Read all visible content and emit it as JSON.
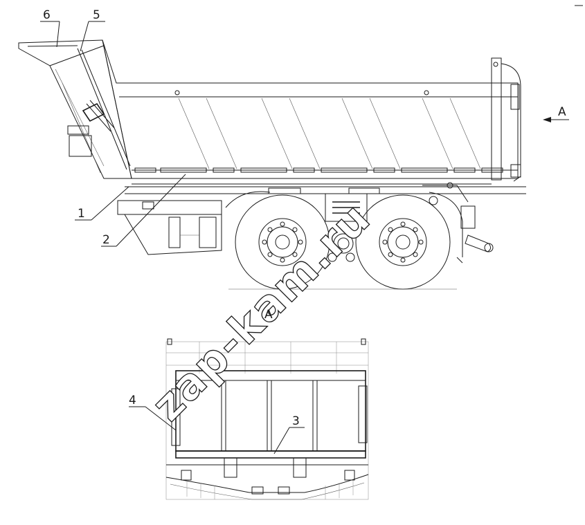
{
  "callouts": {
    "c1": "1",
    "c2": "2",
    "c3": "3",
    "c4": "4",
    "c5": "5",
    "c6": "6"
  },
  "view_labels": {
    "arrow_label": "A",
    "section_label": "A"
  },
  "watermark": "zap-kam.ru",
  "colors": {
    "line": "#1a1a1a",
    "background": "#ffffff"
  }
}
